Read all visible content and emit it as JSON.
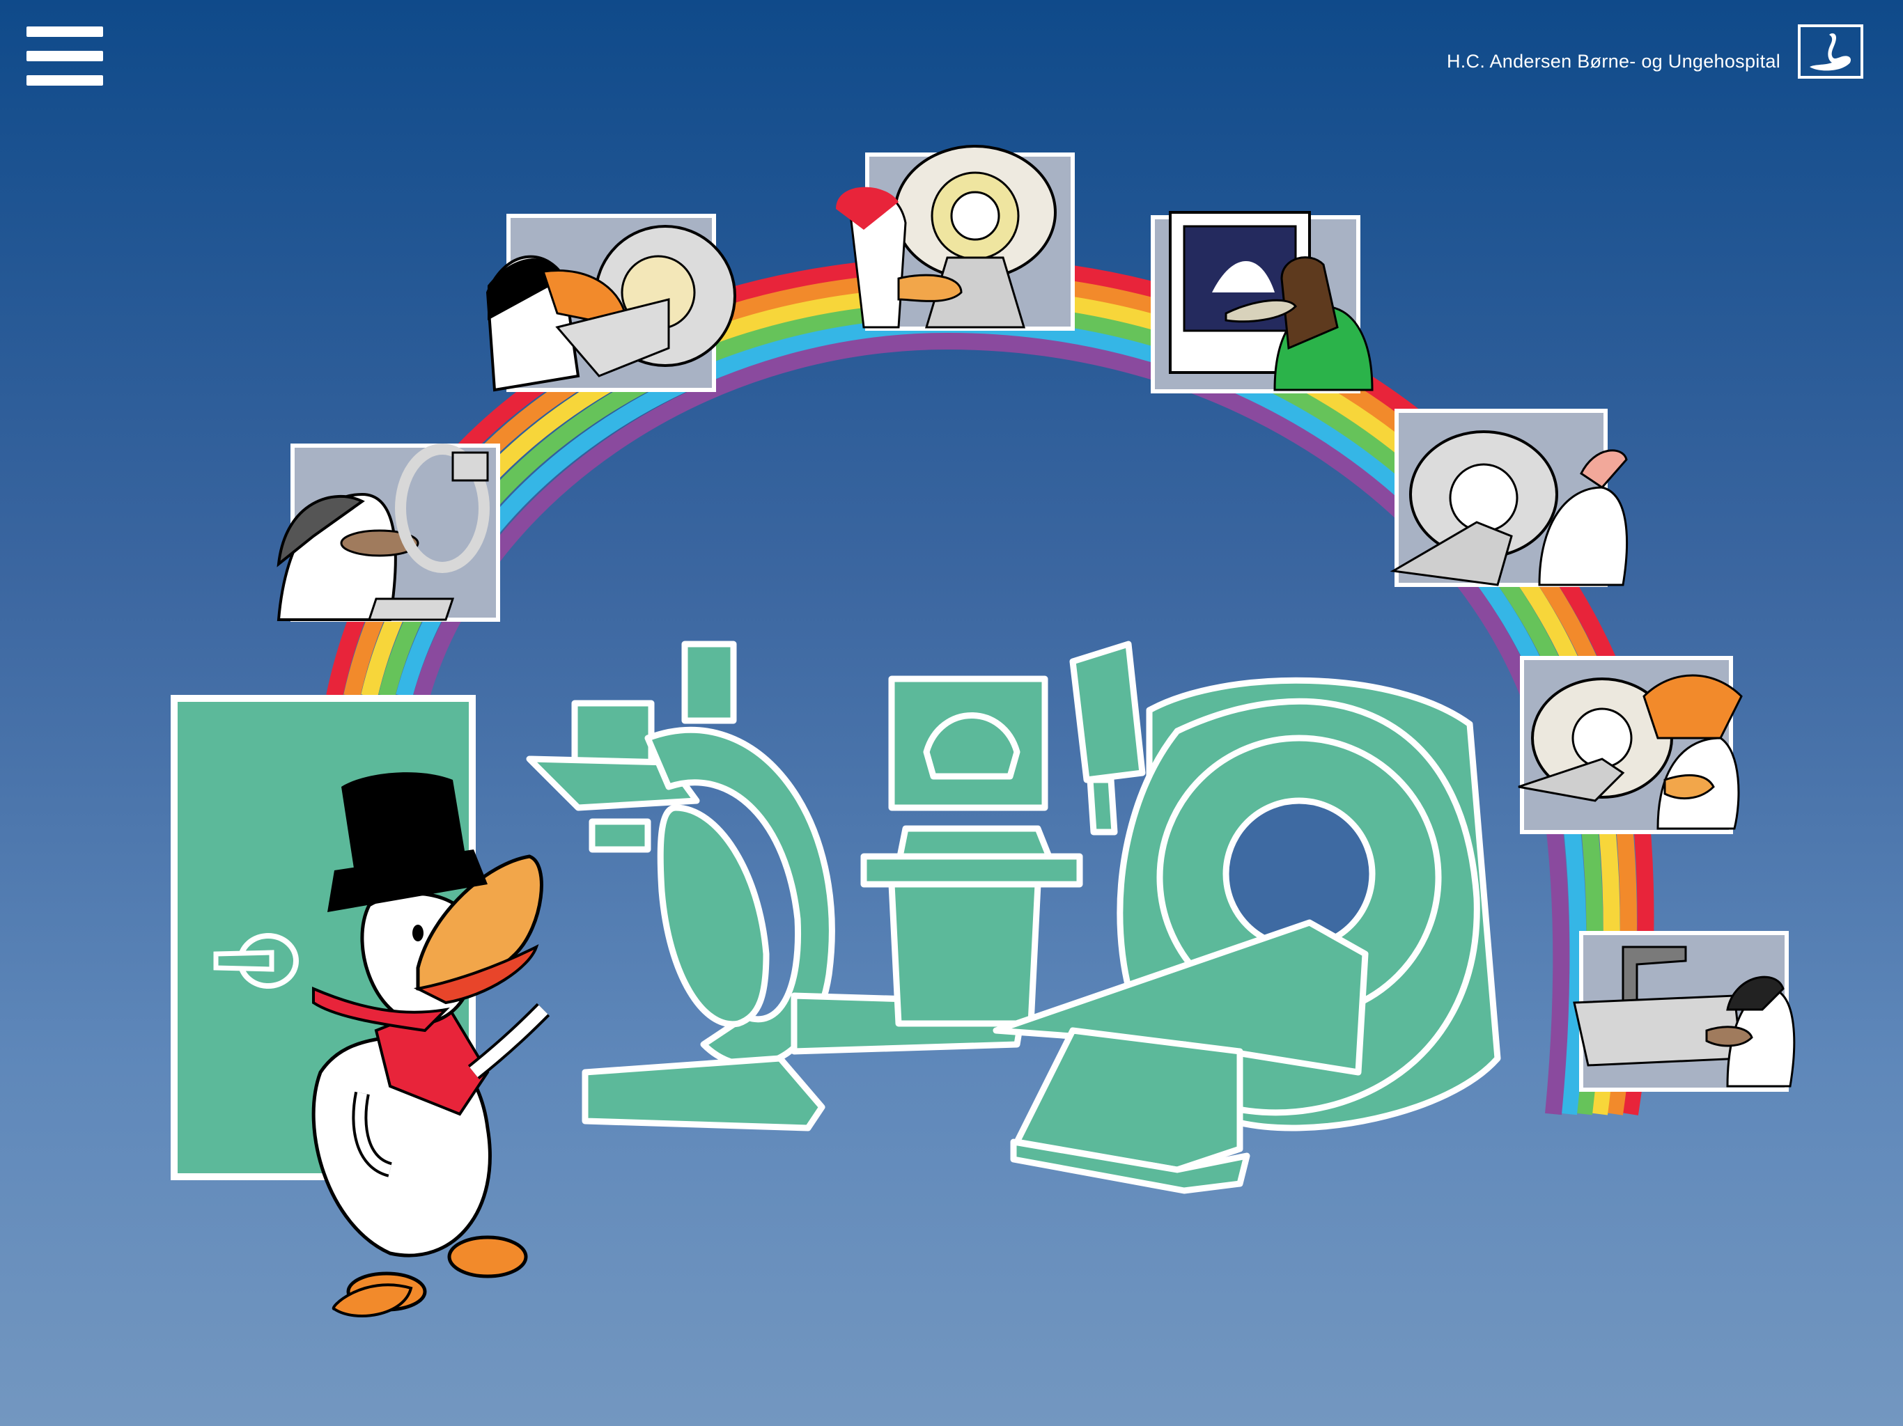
{
  "header": {
    "menu_icon": "hamburger-menu-icon",
    "brand_name": "H.C. Andersen Børne- og Ungehospital",
    "logo_icon": "swan-logo-icon"
  },
  "scenes": [
    {
      "id": "c-arm-xray",
      "icon": "c-arm-xray-card"
    },
    {
      "id": "ct-scanner",
      "icon": "ct-scanner-card"
    },
    {
      "id": "pet-scanner",
      "icon": "pet-scanner-card"
    },
    {
      "id": "ultrasound",
      "icon": "ultrasound-card"
    },
    {
      "id": "mr-scanner",
      "icon": "mr-scanner-card"
    },
    {
      "id": "nuclear-scanner",
      "icon": "nuclear-scanner-card"
    },
    {
      "id": "xray-table",
      "icon": "xray-table-card"
    }
  ],
  "colors": {
    "equipment_fill": "#5cb99a",
    "door_fill": "#5cb99a",
    "card_bg": "#a8b2c4",
    "rainbow": [
      "#e8243a",
      "#f28a2b",
      "#f7d63a",
      "#66c35a",
      "#35b6e6",
      "#8a4a9e"
    ]
  }
}
